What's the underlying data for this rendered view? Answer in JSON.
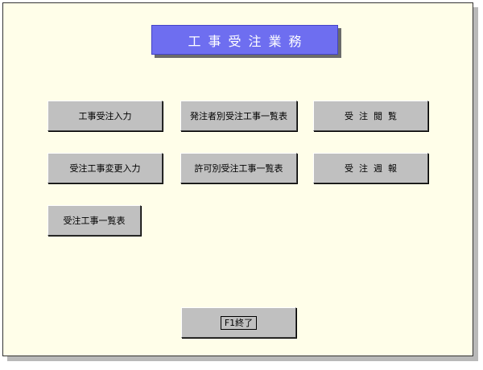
{
  "title": "工事受注業務",
  "buttons": {
    "koji_input": "工事受注入力",
    "hatchusha_list": "発注者別受注工事一覧表",
    "juchu_etsuran": "受注閲覧",
    "koji_henko_input": "受注工事変更入力",
    "kyoka_list": "許可別受注工事一覧表",
    "juchu_shuho": "受注週報",
    "juchu_list": "受注工事一覧表",
    "exit": "F1終了"
  }
}
